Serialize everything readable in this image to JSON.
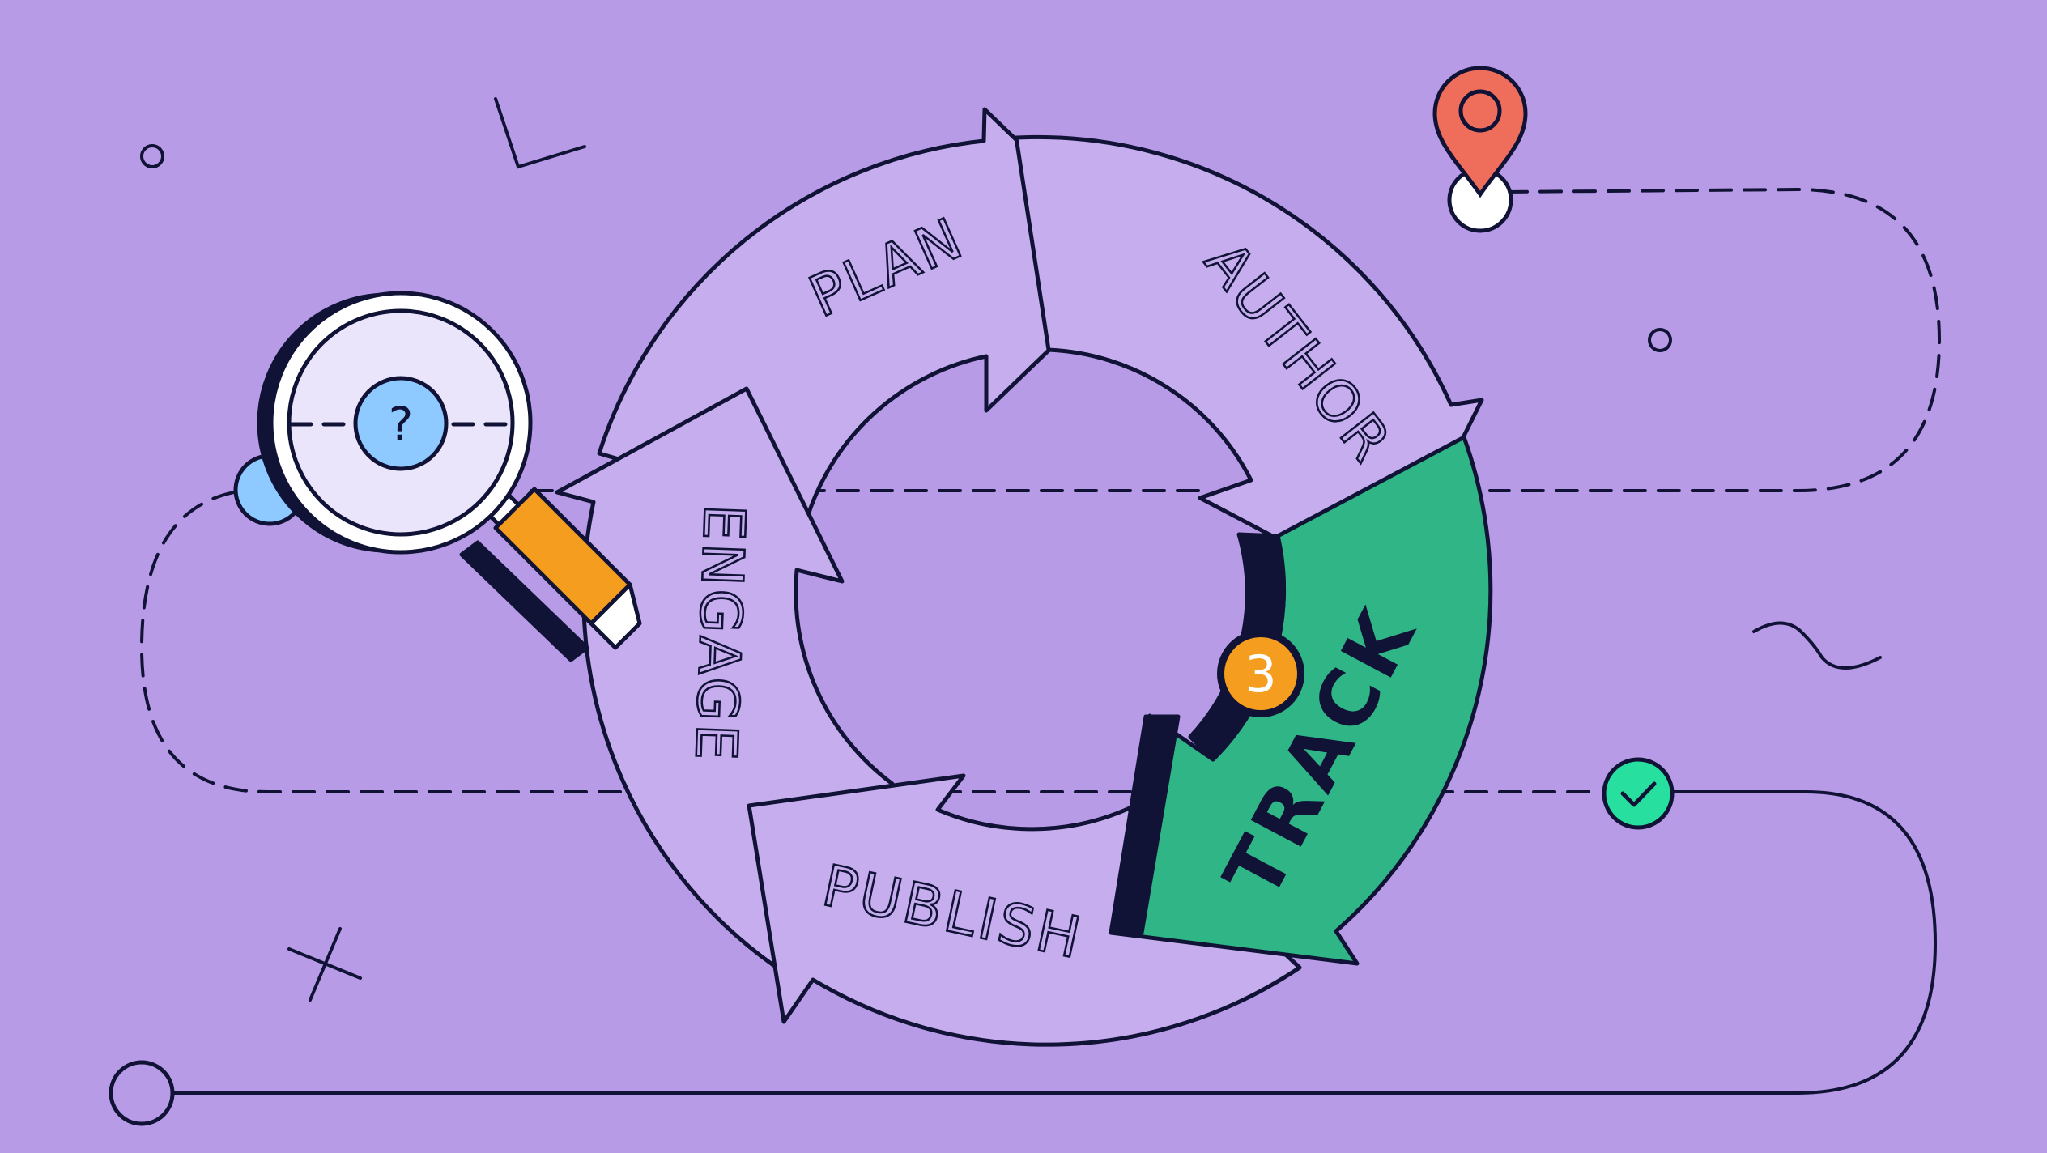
{
  "diagram": {
    "stages": [
      {
        "id": "plan",
        "label": "PLAN"
      },
      {
        "id": "author",
        "label": "AUTHOR"
      },
      {
        "id": "track",
        "label": "TRACK"
      },
      {
        "id": "publish",
        "label": "PUBLISH"
      },
      {
        "id": "engage",
        "label": "ENGAGE"
      }
    ],
    "active_stage": "track",
    "badge_number": "3",
    "question_mark": "?"
  },
  "colors": {
    "background": "#b89be6",
    "cycle_fill": "#c6aeee",
    "active_fill": "#2fb586",
    "outline": "#101236",
    "badge": "#f59d1f",
    "pin": "#ee6e5b",
    "check": "#27e0a0",
    "lens": "#ebe5fb",
    "lens_inner": "#8ecaff"
  },
  "icons": [
    "magnifier-icon",
    "question-icon",
    "location-pin-icon",
    "check-icon"
  ]
}
